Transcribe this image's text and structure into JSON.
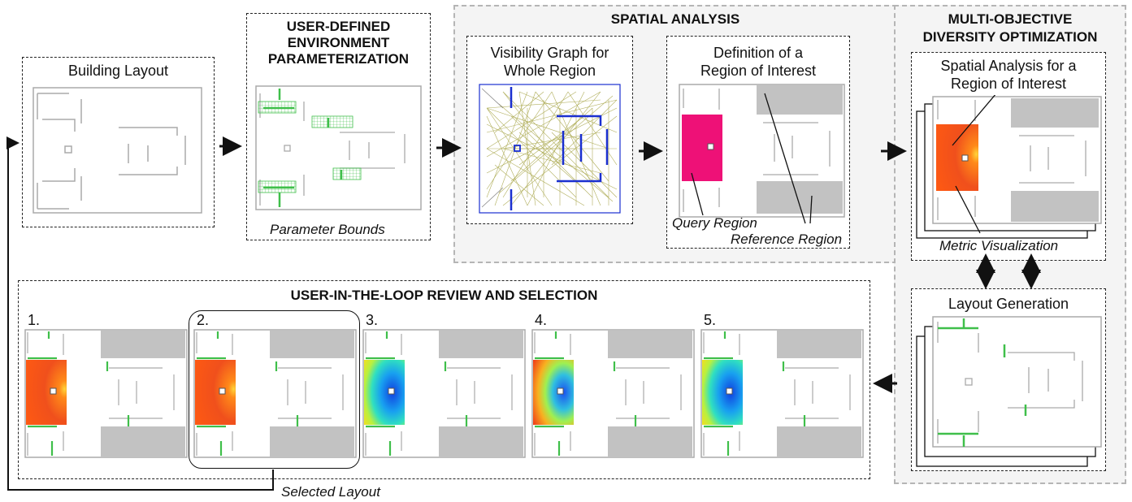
{
  "panels": {
    "building_layout": {
      "title": "Building Layout"
    },
    "environment_param": {
      "title_lines": [
        "USER-DEFINED",
        "ENVIRONMENT",
        "PARAMETERIZATION"
      ],
      "annotation": "Parameter Bounds"
    },
    "spatial_analysis": {
      "title": "SPATIAL ANALYSIS",
      "visibility_graph": {
        "title_lines": [
          "Visibility Graph for",
          "Whole Region"
        ]
      },
      "region_definition": {
        "title_lines": [
          "Definition of a",
          "Region of Interest"
        ],
        "query_label": "Query Region",
        "reference_label": "Reference Region"
      }
    },
    "multi_objective": {
      "title_lines": [
        "MULTI-OBJECTIVE",
        "DIVERSITY OPTIMIZATION"
      ],
      "analysis": {
        "title_lines": [
          "Spatial Analysis for a",
          "Region of Interest"
        ],
        "annotation": "Metric Visualization"
      },
      "layout_generation": {
        "title": "Layout Generation"
      }
    },
    "review": {
      "title": "USER-IN-THE-LOOP REVIEW AND SELECTION",
      "candidates": [
        {
          "number": "1.",
          "heat": "warm"
        },
        {
          "number": "2.",
          "heat": "warm"
        },
        {
          "number": "3.",
          "heat": "cool"
        },
        {
          "number": "4.",
          "heat": "mixed"
        },
        {
          "number": "5.",
          "heat": "cool"
        }
      ],
      "selected_index": 1,
      "selected_label": "Selected Layout"
    }
  },
  "colors": {
    "wall": "#9a9a9a",
    "param_bound": "#3fbf4a",
    "query_region": "#ee1177",
    "reference_region": "#c2c2c2",
    "graph_lines": "#a8a64a",
    "graph_walls": "#1a2fd0"
  }
}
